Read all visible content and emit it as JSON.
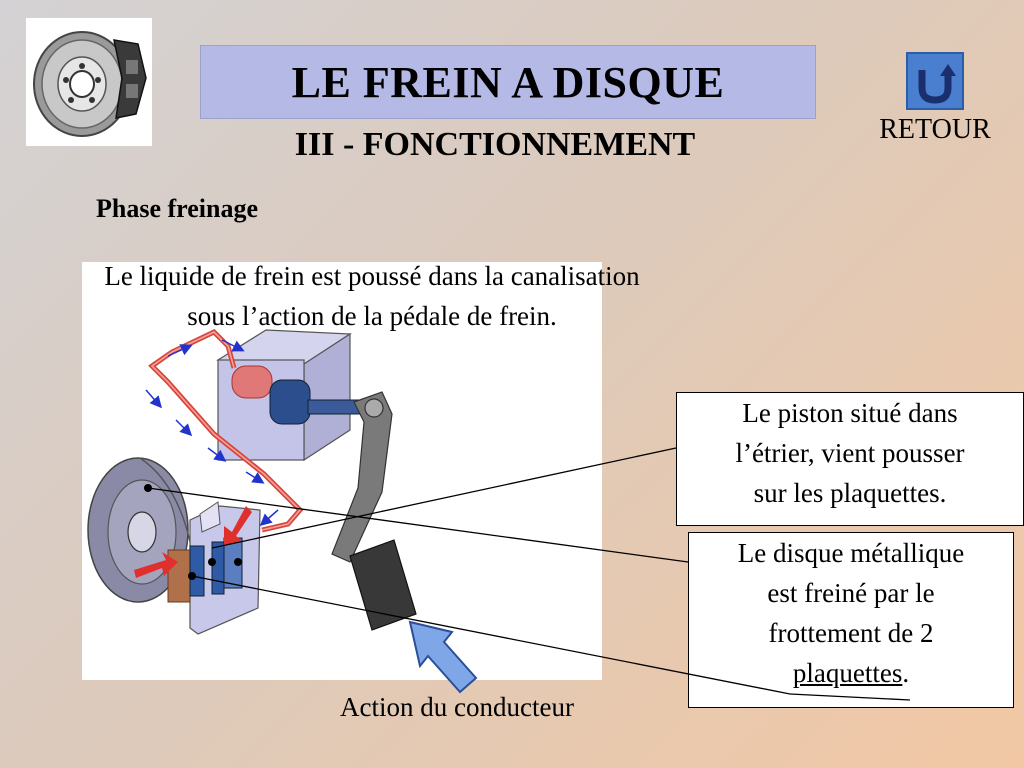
{
  "header": {
    "title": "LE FREIN A DISQUE",
    "subtitle": "III - FONCTIONNEMENT"
  },
  "nav": {
    "return_label": "RETOUR"
  },
  "section": {
    "phase_label": "Phase freinage"
  },
  "content": {
    "intro_line1": "Le liquide de frein est poussé dans la canalisation",
    "intro_line2": "sous l’action de la pédale de frein."
  },
  "callouts": {
    "piston": {
      "line1": "Le piston situé dans",
      "line2": "l’étrier, vient pousser",
      "line3": "sur les plaquettes."
    },
    "disc": {
      "line1": "Le disque métallique",
      "line2": "est freiné par le",
      "line3": "frottement de 2",
      "line4_word": "plaquettes",
      "line4_end": "."
    }
  },
  "labels": {
    "driver_action": "Action du conducteur"
  },
  "colors": {
    "title_bg": "#b4b9e6",
    "return_button": "#4a7fcf",
    "brake_line": "#d9443a",
    "caliper": "#c8c8ea",
    "arrow_blue": "#2233cc",
    "driver_arrow": "#7fa6e6"
  },
  "icons": {
    "logo": "brake-disc-logo-icon",
    "return": "u-turn-return-icon",
    "driver_arrow": "arrow-up-left-icon"
  }
}
